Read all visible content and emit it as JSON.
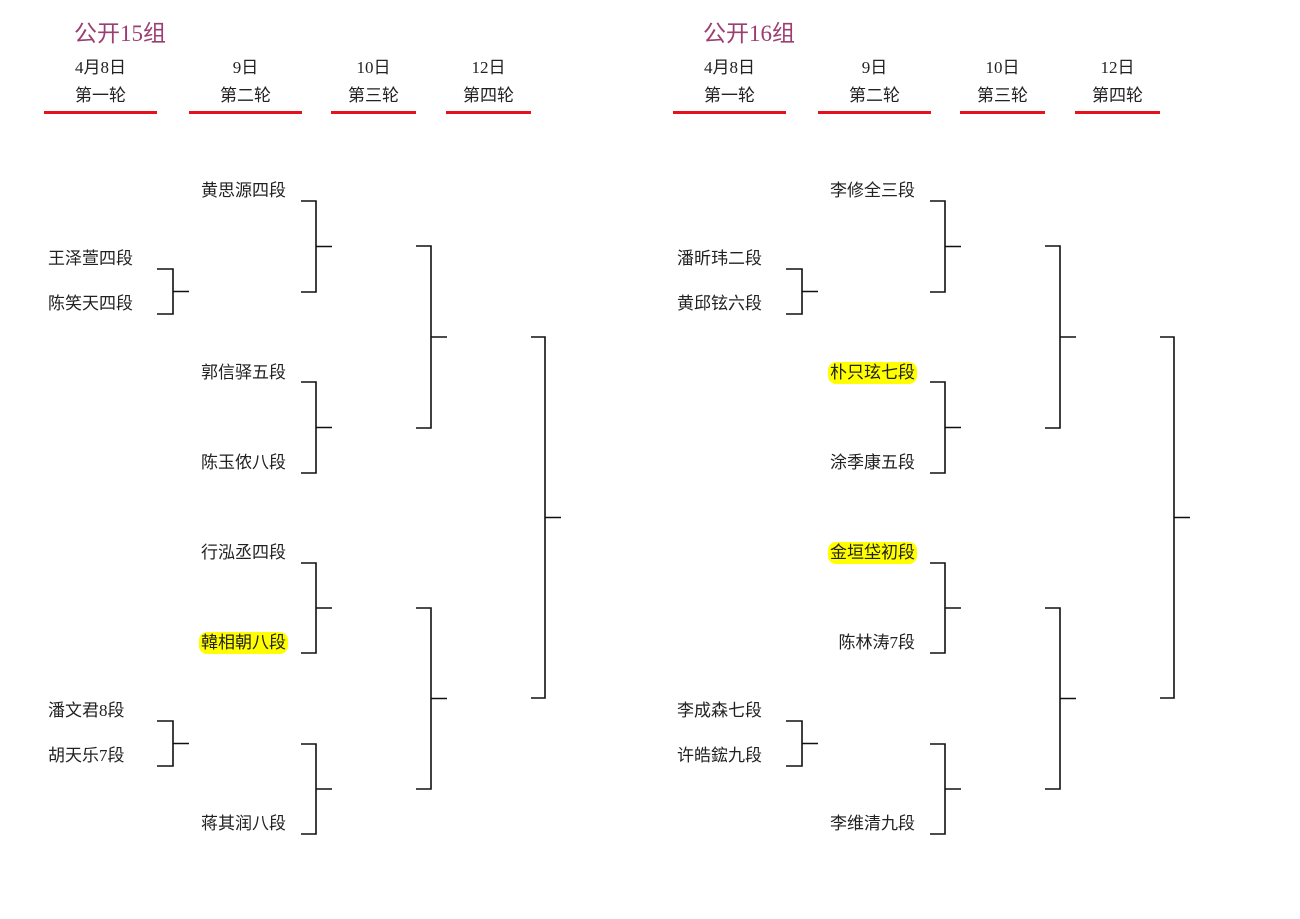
{
  "groups": [
    {
      "title": "公开15组",
      "rounds": [
        {
          "date": "4月8日",
          "label": "第一轮"
        },
        {
          "date": "9日",
          "label": "第二轮"
        },
        {
          "date": "10日",
          "label": "第三轮"
        },
        {
          "date": "12日",
          "label": "第四轮"
        }
      ],
      "round1": [
        {
          "name": "王泽萱四段"
        },
        {
          "name": "陈笑天四段"
        },
        {
          "name": "潘文君8段"
        },
        {
          "name": "胡天乐7段"
        }
      ],
      "round2": [
        {
          "name": "黄思源四段",
          "highlight": false
        },
        {
          "name": "郭信驿五段",
          "highlight": false
        },
        {
          "name": "陈玉侬八段",
          "highlight": false
        },
        {
          "name": "行泓丞四段",
          "highlight": false
        },
        {
          "name": "韓相朝八段",
          "highlight": true
        },
        {
          "name": "蒋其润八段",
          "highlight": false
        }
      ]
    },
    {
      "title": "公开16组",
      "rounds": [
        {
          "date": "4月8日",
          "label": "第一轮"
        },
        {
          "date": "9日",
          "label": "第二轮"
        },
        {
          "date": "10日",
          "label": "第三轮"
        },
        {
          "date": "12日",
          "label": "第四轮"
        }
      ],
      "round1": [
        {
          "name": "潘昕玮二段"
        },
        {
          "name": "黄邱铉六段"
        },
        {
          "name": "李成森七段"
        },
        {
          "name": "许皓鋐九段"
        }
      ],
      "round2": [
        {
          "name": "李修全三段",
          "highlight": false
        },
        {
          "name": "朴只玹七段",
          "highlight": true
        },
        {
          "name": "涂季康五段",
          "highlight": false
        },
        {
          "name": "金垣垈初段",
          "highlight": true
        },
        {
          "name": "陈林涛7段",
          "highlight": false
        },
        {
          "name": "李维清九段",
          "highlight": false
        }
      ]
    }
  ],
  "colors": {
    "title": "#9b3f72",
    "underline": "#e3121b",
    "highlight": "#ffff00"
  }
}
